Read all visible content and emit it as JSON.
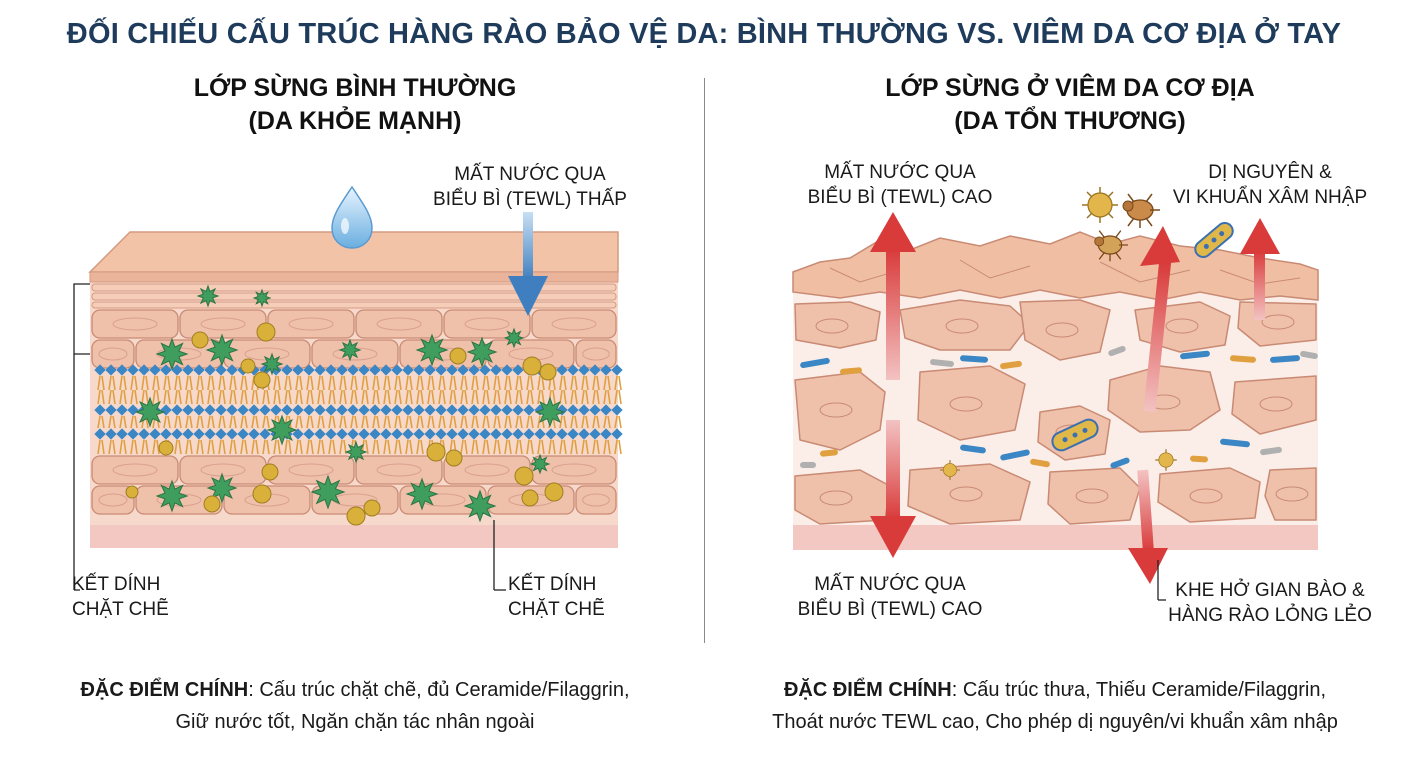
{
  "title": "ĐỐI CHIẾU CẤU TRÚC HÀNG RÀO BẢO VỆ DA: BÌNH THƯỜNG VS. VIÊM DA CƠ ĐỊA Ở TAY",
  "left": {
    "title_line1": "LỚP SỪNG BÌNH THƯỜNG",
    "title_line2": "(DA KHỎE MẠNH)",
    "tewl_line1": "MẤT NƯỚC QUA",
    "tewl_line2": "BIỂU BÌ (TEWL) THẤP",
    "bond_left_line1": "KẾT DÍNH",
    "bond_left_line2": "CHẶT CHẼ",
    "bond_right_line1": "KẾT DÍNH",
    "bond_right_line2": "CHẶT CHẼ",
    "summary_key": "ĐẶC ĐIỂM CHÍNH",
    "summary_line1": ": Cấu trúc chặt chẽ, đủ Ceramide/Filaggrin,",
    "summary_line2": "Giữ nước tốt, Ngăn chặn tác nhân ngoài"
  },
  "right": {
    "title_line1": "LỚP SỪNG Ở VIÊM DA CƠ ĐỊA",
    "title_line2": "(DA TỔN THƯƠNG)",
    "tewl_top_line1": "MẤT NƯỚC QUA",
    "tewl_top_line2": "BIỂU BÌ (TEWL) CAO",
    "allergen_line1": "DỊ NGUYÊN &",
    "allergen_line2": "VI KHUẨN XÂM NHẬP",
    "tewl_bottom_line1": "MẤT NƯỚC QUA",
    "tewl_bottom_line2": "BIỂU BÌ (TEWL) CAO",
    "gap_line1": "KHE HỞ GIAN BÀO &",
    "gap_line2": "HÀNG RÀO LỎNG LẺO",
    "summary_key": "ĐẶC ĐIỂM CHÍNH",
    "summary_line1": ": Cấu trúc thưa, Thiếu Ceramide/Filaggrin,",
    "summary_line2": "Thoát nước TEWL cao, Cho phép dị nguyên/vi khuẩn xâm nhập"
  },
  "colors": {
    "title": "#1f3b5c",
    "cell_fill": "#efc0aa",
    "cell_stroke": "#c98a74",
    "lipid_blue": "#3b86c4",
    "lipid_orange": "#e0a040",
    "nmf_green": "#3f9e5e",
    "filaggrin_gold": "#d9b13a",
    "arrow_blue": "#3f7fbf",
    "arrow_red": "#d94040"
  }
}
